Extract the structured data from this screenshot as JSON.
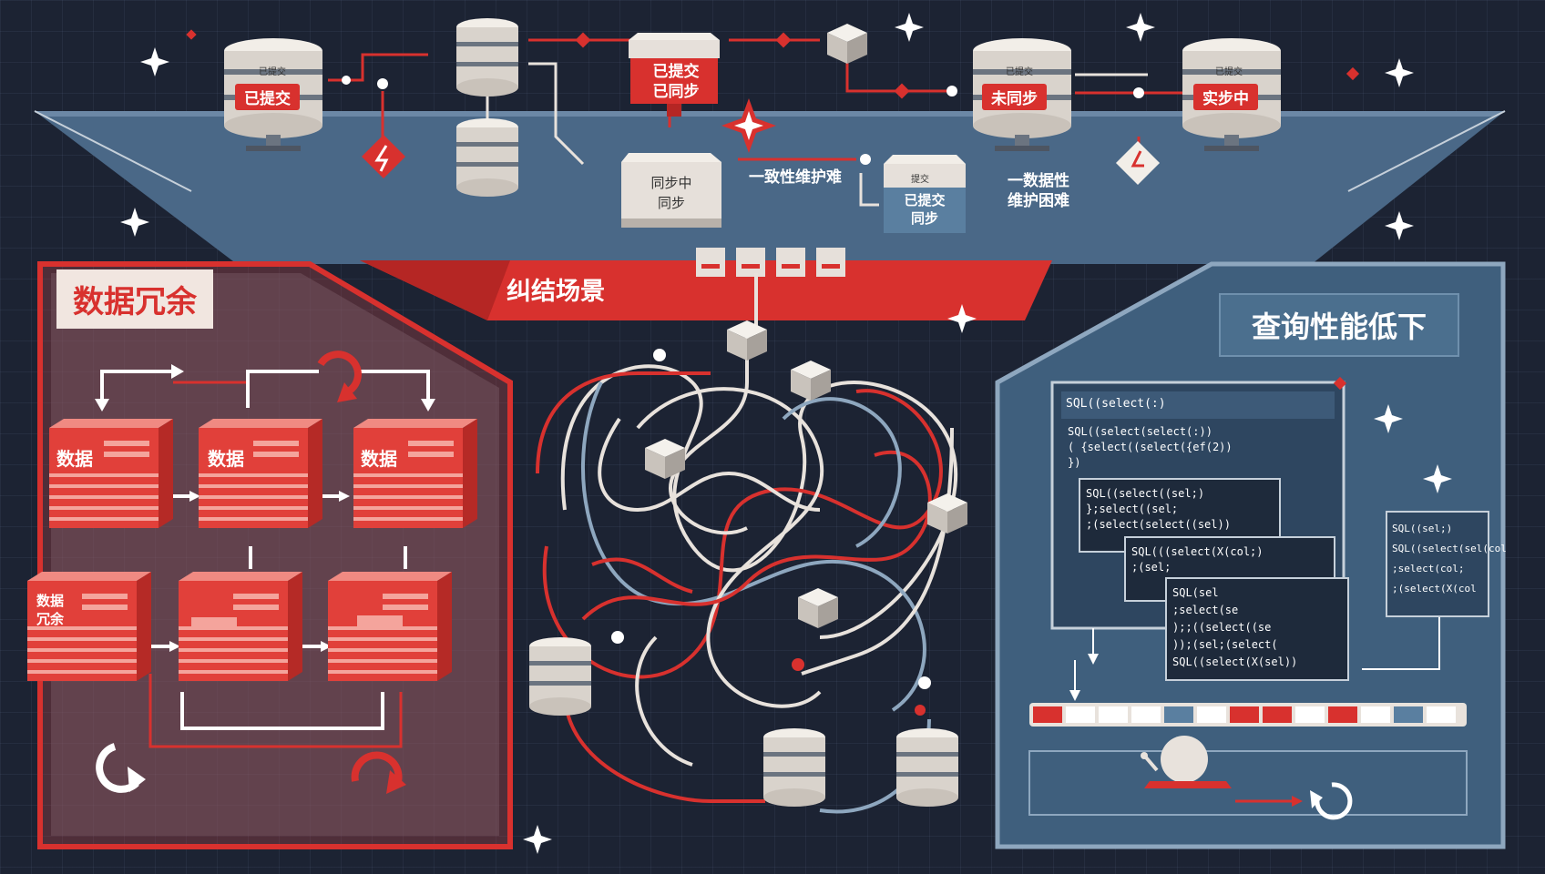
{
  "top": {
    "db1_small": "已提交",
    "db1_tag": "已提交",
    "mid_box_line1": "已提交",
    "mid_box_line2": "已同步",
    "db3_small": "已提交",
    "db3_tag": "未同步",
    "db4_small": "已提交",
    "db4_tag": "实步中",
    "box_a_line1": "同步中",
    "box_a_line2": "同步",
    "note_left": "一致性维护难",
    "box_b_small": "提交",
    "box_b_line1": "已提交",
    "box_b_line2": "同步",
    "note_right_line1": "一数据性",
    "note_right_line2": "维护困难"
  },
  "left": {
    "title": "数据冗余",
    "card_label": "数据",
    "card_label_small1": "数据",
    "card_label_small2": "冗余"
  },
  "center": {
    "title": "纠结场景"
  },
  "right": {
    "title": "查询性能低下",
    "code_head": "SQL((select(:)",
    "code_main": [
      "SQL((select(select(:))",
      "  ( {select((select({ef(2))",
      "  })"
    ],
    "code_a": [
      "SQL((select((sel;)",
      "  };select((sel;",
      "  ;(select(select((sel))"
    ],
    "code_b": [
      "SQL(((select(X(col;)",
      "  ;(sel;"
    ],
    "code_c": [
      "SQL(sel",
      "  ;select(se",
      "  );;((select((se",
      "  ));(sel;(select(",
      "SQL((select(X(sel))"
    ],
    "code_d": [
      "SQL((sel;)",
      "SQL((select(sel(col",
      " ;select(col;",
      " ;(select(X(col"
    ]
  },
  "colors": {
    "accent_red": "#d8312e",
    "panel_blue": "#3f5f7d",
    "background": "#1c2333"
  }
}
